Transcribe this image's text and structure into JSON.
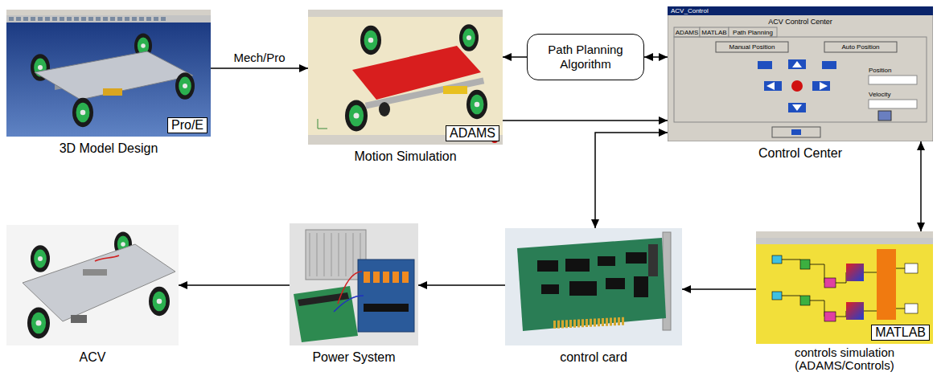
{
  "diagram": {
    "nodes": [
      {
        "text": [
          "Pro/E",
          "3D Model Design"
        ]
      },
      {
        "text": [
          "ADAMS",
          "Motion Simulation"
        ]
      },
      {
        "text": [
          "Path Planning Algorithm"
        ]
      },
      {
        "text": [
          "Control Center"
        ]
      },
      {
        "text": [
          "MATLAB",
          "controls simulation (ADAMS/Controls)"
        ]
      },
      {
        "text": [
          "control card"
        ]
      },
      {
        "text": [
          "Power System"
        ]
      },
      {
        "text": [
          "ACV"
        ]
      }
    ],
    "edges": [
      {
        "from": 0,
        "to": 1,
        "arrow": "to",
        "label": "Mech/Pro"
      },
      {
        "from": 2,
        "to": 1,
        "arrow": "to"
      },
      {
        "from": 2,
        "to": 3,
        "arrow": "both"
      },
      {
        "from": 1,
        "to": 3,
        "arrow": "to"
      },
      {
        "from": 3,
        "to": 5,
        "arrow": "both"
      },
      {
        "from": 3,
        "to": 4,
        "arrow": "both"
      },
      {
        "from": 4,
        "to": 5,
        "arrow": "to"
      },
      {
        "from": 5,
        "to": 6,
        "arrow": "to"
      },
      {
        "from": 6,
        "to": 7,
        "arrow": "to"
      }
    ],
    "labels": [
      "ACV_Control",
      "ACV Control Center",
      "ADAMS",
      "MATLAB",
      "Path Planning",
      "Manual Position",
      "Auto Position",
      "Position",
      "Velocity"
    ]
  }
}
